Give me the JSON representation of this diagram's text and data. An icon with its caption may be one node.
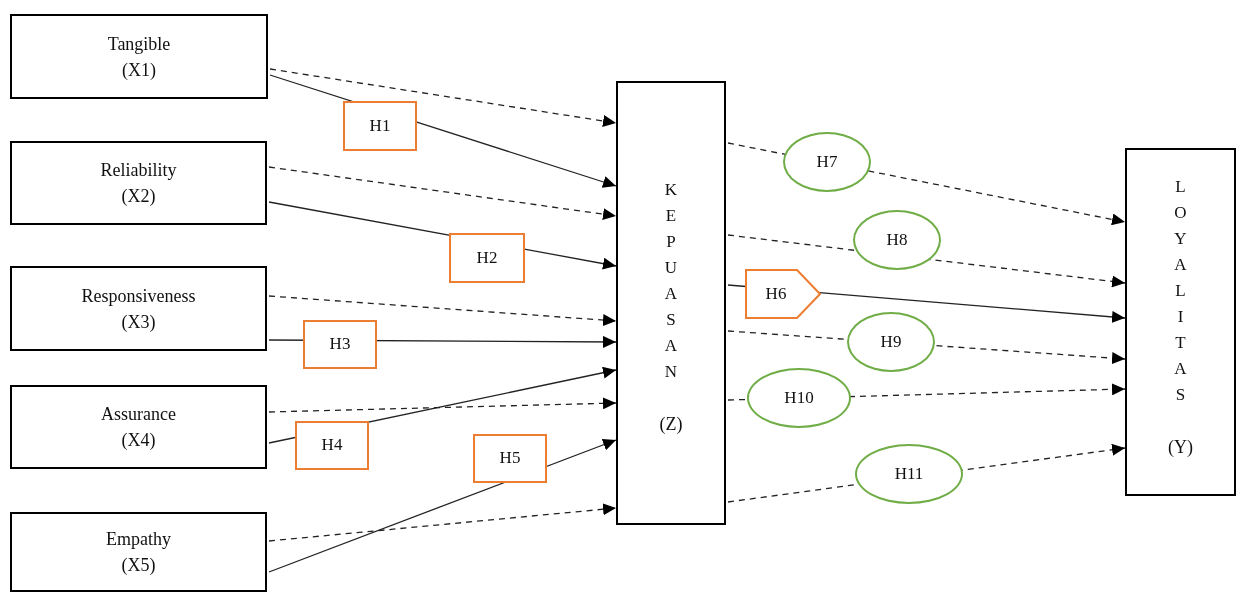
{
  "diagram": {
    "nodes": [
      {
        "text": [
          "Tangible",
          "(X1)"
        ]
      },
      {
        "text": [
          "Reliability",
          "(X2)"
        ]
      },
      {
        "text": [
          "Responsiveness",
          "(X3)"
        ]
      },
      {
        "text": [
          "Assurance",
          "(X4)"
        ]
      },
      {
        "text": [
          "Empathy",
          "(X5)"
        ]
      },
      {
        "text": [
          "KEPUASAN",
          "(Z)"
        ]
      },
      {
        "text": [
          "LOYALITAS",
          "(Y)"
        ]
      }
    ],
    "edges": [
      {
        "from": 0,
        "to": 5,
        "arrow": "to",
        "style": "dashed"
      },
      {
        "from": 0,
        "to": 5,
        "arrow": "to",
        "label": "H1"
      },
      {
        "from": 1,
        "to": 5,
        "arrow": "to",
        "style": "dashed"
      },
      {
        "from": 1,
        "to": 5,
        "arrow": "to",
        "label": "H2"
      },
      {
        "from": 2,
        "to": 5,
        "arrow": "to",
        "style": "dashed"
      },
      {
        "from": 2,
        "to": 5,
        "arrow": "to",
        "label": "H3"
      },
      {
        "from": 3,
        "to": 5,
        "arrow": "to",
        "label": "H4"
      },
      {
        "from": 3,
        "to": 5,
        "arrow": "to",
        "style": "dashed"
      },
      {
        "from": 4,
        "to": 5,
        "arrow": "to",
        "label": "H5"
      },
      {
        "from": 4,
        "to": 5,
        "arrow": "to",
        "style": "dashed"
      },
      {
        "from": 5,
        "to": 6,
        "arrow": "to",
        "style": "dashed",
        "label": "H7"
      },
      {
        "from": 5,
        "to": 6,
        "arrow": "to",
        "style": "dashed",
        "label": "H8"
      },
      {
        "from": 5,
        "to": 6,
        "arrow": "to",
        "label": "H6"
      },
      {
        "from": 5,
        "to": 6,
        "arrow": "to",
        "style": "dashed",
        "label": "H9"
      },
      {
        "from": 5,
        "to": 6,
        "arrow": "to",
        "style": "dashed",
        "label": "H10"
      },
      {
        "from": 5,
        "to": 6,
        "arrow": "to",
        "style": "dashed",
        "label": "H11"
      }
    ]
  }
}
